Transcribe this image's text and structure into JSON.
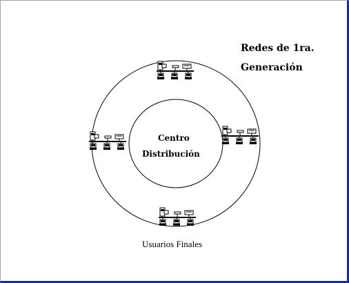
{
  "title": {
    "line1": "Redes de 1ra.",
    "line2": "Generación"
  },
  "center": {
    "line1": "Centro",
    "line2": "Distribución"
  },
  "caption": "Usuarios  Finales",
  "colors": {
    "border_dark": "#1e2a8a",
    "line": "#000000"
  },
  "lan_clusters": [
    "top-lan-cluster",
    "left-lan-cluster",
    "right-lan-cluster",
    "bottom-lan-cluster"
  ]
}
